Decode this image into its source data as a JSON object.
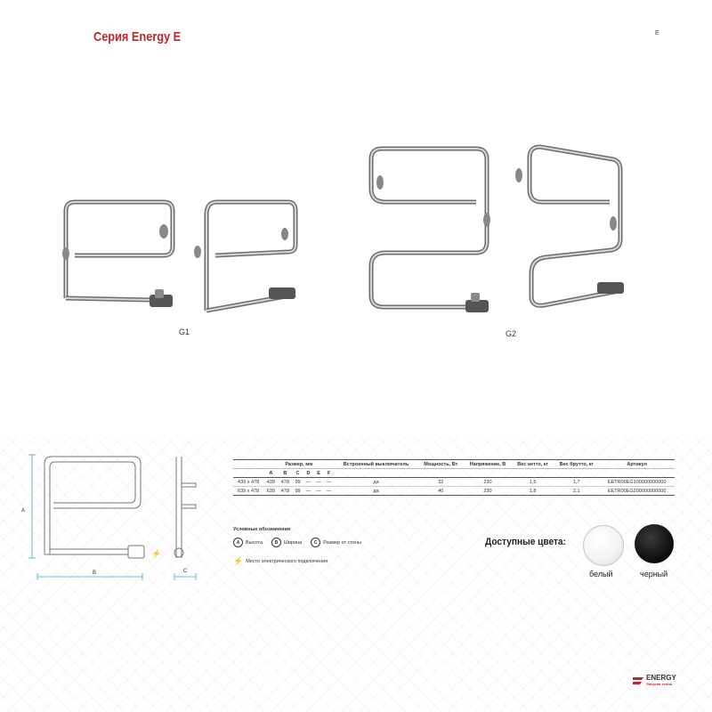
{
  "header": {
    "title": "Серия Energy E",
    "page_letter": "E"
  },
  "products": [
    {
      "model": "G1"
    },
    {
      "model": "G2"
    }
  ],
  "drawing": {
    "dim_a": "A",
    "dim_b": "B",
    "dim_c": "C"
  },
  "spec_table": {
    "headers": {
      "size": "Размер, мм",
      "switch": "Встроенный выключатель",
      "power": "Мощность, Вт",
      "voltage": "Напряжение, В",
      "net_weight": "Вес нетто, кг",
      "gross_weight": "Вес брутто, кг",
      "article": "Артикул"
    },
    "dim_letters": [
      "A",
      "B",
      "C",
      "D",
      "E",
      "F"
    ],
    "rows": [
      {
        "size": "439 x 478",
        "a": "439",
        "b": "478",
        "c": "99",
        "d": "—",
        "e": "—",
        "f": "—",
        "switch": "да",
        "power": "32",
        "voltage": "230",
        "net": "1,5",
        "gross": "1,7",
        "article": "EETR00EG100000000000"
      },
      {
        "size": "639 x 478",
        "a": "639",
        "b": "478",
        "c": "99",
        "d": "—",
        "e": "—",
        "f": "—",
        "switch": "да",
        "power": "40",
        "voltage": "230",
        "net": "1,8",
        "gross": "2,1",
        "article": "EETR00EG200000000000"
      }
    ]
  },
  "legend": {
    "title": "Условные обозначения",
    "items": [
      {
        "letter": "A",
        "label": "Высота"
      },
      {
        "letter": "B",
        "label": "Ширина"
      },
      {
        "letter": "C",
        "label": "Размер от стены"
      }
    ],
    "electric_label": "Место электрического подключения",
    "electric_icon": "lightning-bolt-icon"
  },
  "colors": {
    "label": "Доступные цвета:",
    "white_label": "белый",
    "black_label": "черный"
  },
  "logo": {
    "name": "ENERGY",
    "sub": "Энергия тепла"
  },
  "accent": "#c0282d"
}
